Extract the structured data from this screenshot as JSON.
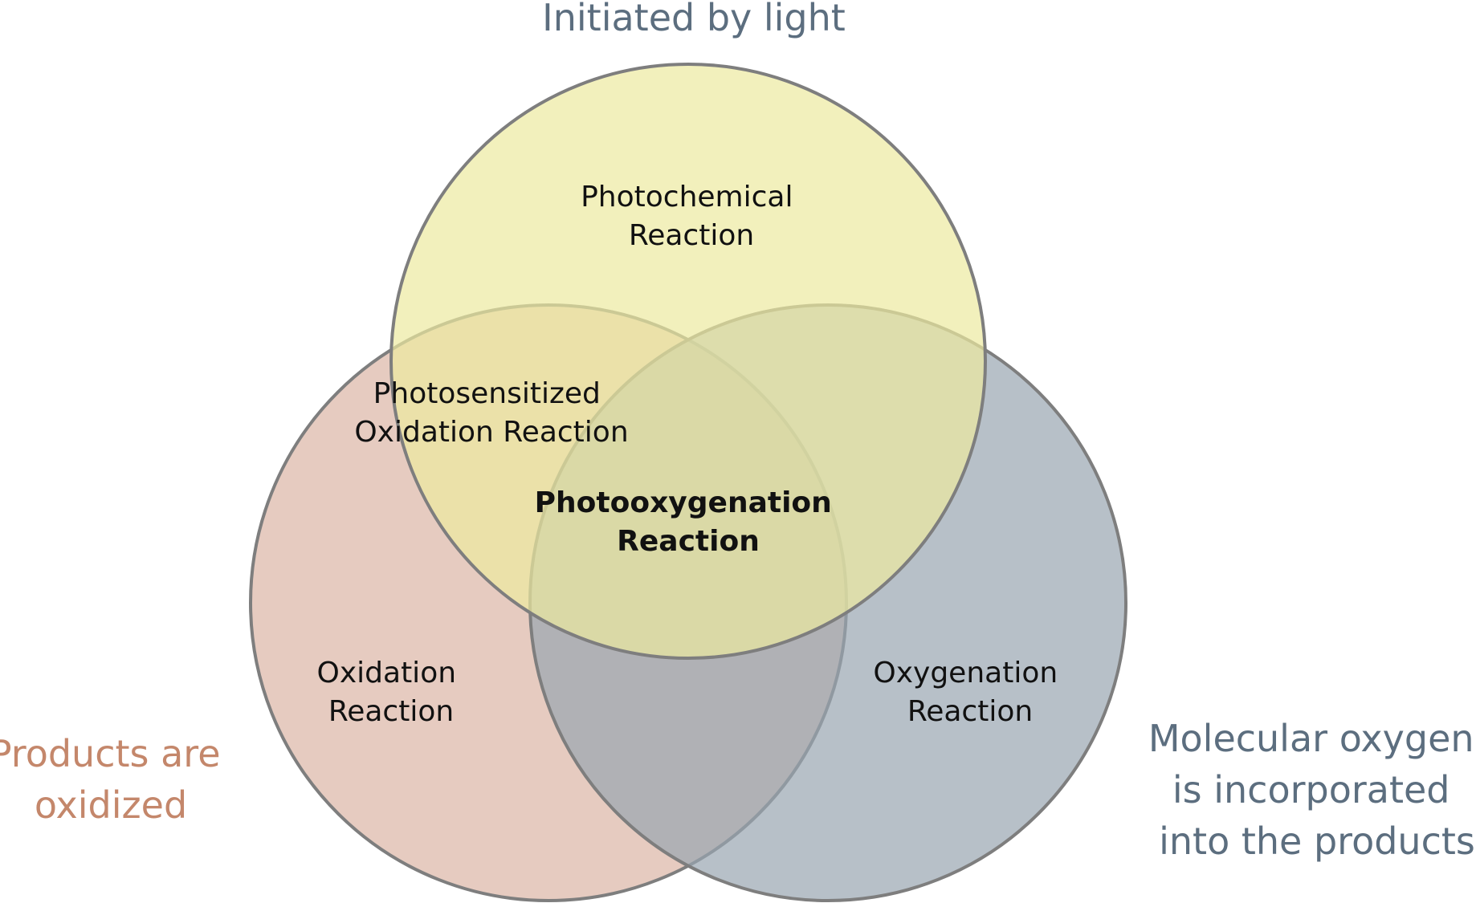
{
  "sets": {
    "light": {
      "label": "Initiated by light",
      "color": "#ecea9f",
      "label_color": "#5c6e7f"
    },
    "oxidized": {
      "label_lines": [
        "Products are",
        "oxidized"
      ],
      "color": "#dcb5a5",
      "label_color": "#c4876b"
    },
    "oxygen": {
      "label_lines": [
        "Molecular oxygen",
        "is incorporated",
        "into the products"
      ],
      "color": "#99a5b1",
      "label_color": "#5c6e7f"
    }
  },
  "regions": {
    "photochemical": [
      "Photochemical",
      "Reaction"
    ],
    "photosensitized": [
      "Photosensitized",
      "Oxidation Reaction"
    ],
    "photooxygenation": [
      "Photooxygenation",
      "Reaction"
    ],
    "oxidation": [
      "Oxidation",
      "Reaction"
    ],
    "oxygenation": [
      "Oxygenation",
      "Reaction"
    ]
  }
}
